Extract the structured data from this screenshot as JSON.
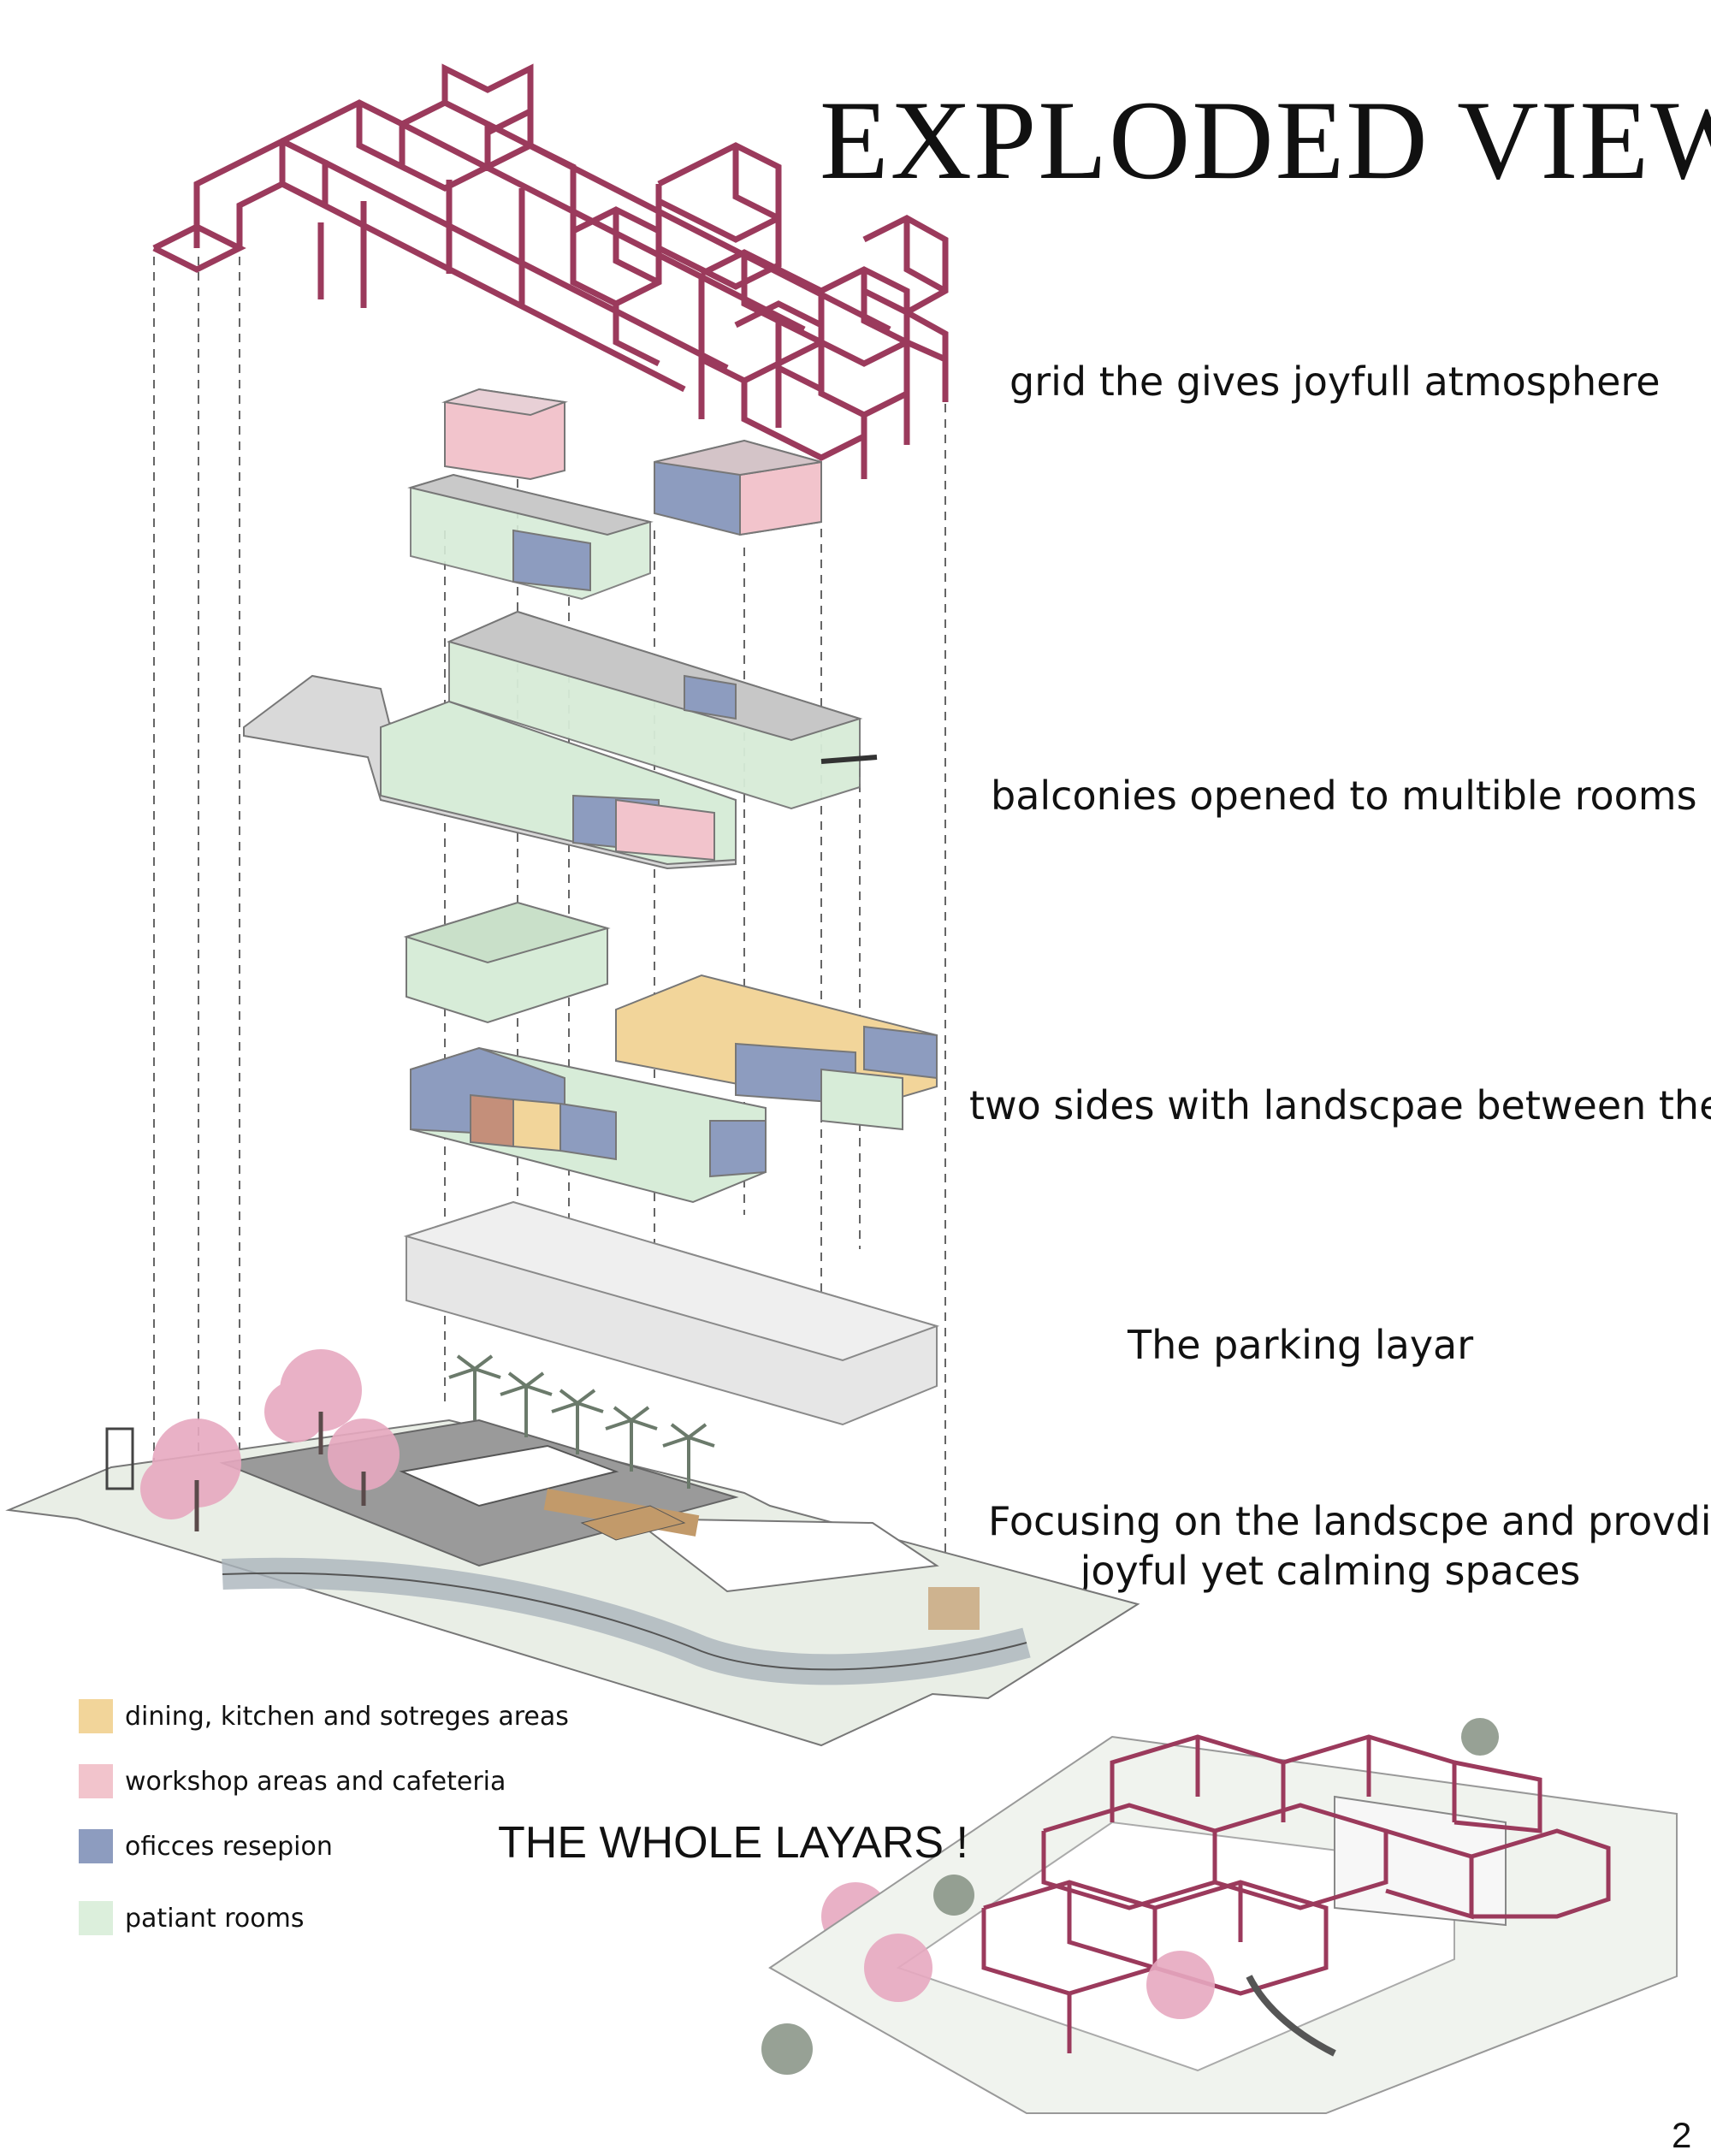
{
  "title": "EXPLODED VIEW",
  "captions": {
    "grid": "grid the gives joyfull atmosphere",
    "balconies": "balconies opened to multible rooms",
    "sides": "two sides with landscpae between them",
    "parking": "The parking layar",
    "landscape_line1": "Focusing on the landscpe and provding",
    "landscape_line2": "joyful yet calming spaces"
  },
  "legend": [
    {
      "label": "dining, kitchen and sotreges areas",
      "color": "#f2d59a"
    },
    {
      "label": "workshop areas and cafeteria",
      "color": "#f2c4cc"
    },
    {
      "label": "oficces resepion",
      "color": "#8d9cbf"
    },
    {
      "label": "patiant rooms",
      "color": "#dcefdc"
    }
  ],
  "whole_label": "THE WHOLE LAYARS !",
  "page_number": "2",
  "colors": {
    "grid_frame": "#9b3a5c",
    "green_rooms": "#d7ecd8",
    "pink_rooms": "#f2c4cc",
    "blue_rooms": "#8d9cbf",
    "yellow_rooms": "#f2d59a",
    "parking_box": "#e6e6e6",
    "tree_blossom": "#e7a9c0",
    "palm": "#6b7a6b"
  }
}
